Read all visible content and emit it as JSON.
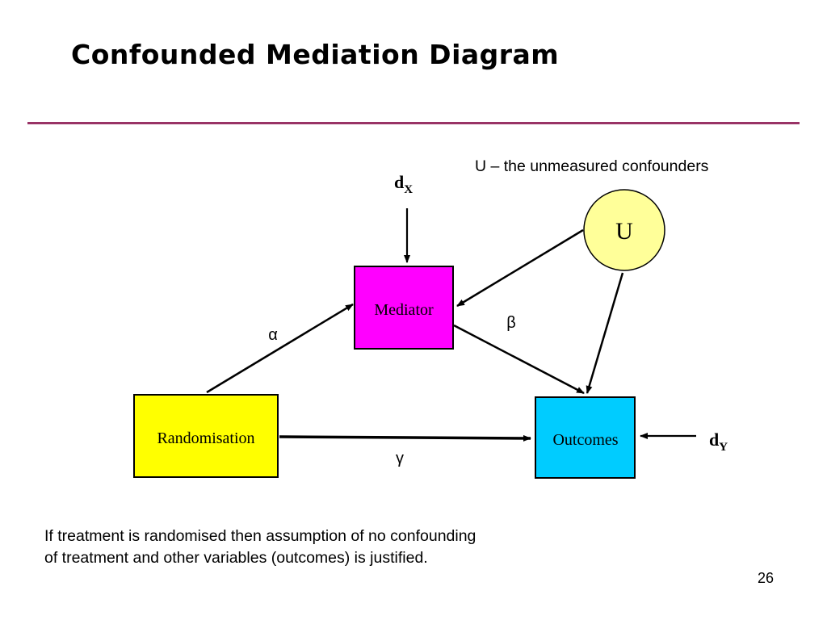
{
  "slide": {
    "title": "Confounded Mediation Diagram",
    "page_number": "26",
    "accent_color": "#993366"
  },
  "diagram": {
    "legend_note": "U – the unmeasured confounders",
    "nodes": {
      "mediator": {
        "label": "Mediator",
        "fill": "#ff00ff"
      },
      "randomisation": {
        "label": "Randomisation",
        "fill": "#ffff00"
      },
      "outcomes": {
        "label": "Outcomes",
        "fill": "#00ccff"
      },
      "confounder": {
        "label": "U",
        "fill": "#ffff99"
      }
    },
    "error_terms": {
      "dx": {
        "base": "d",
        "sub": "X"
      },
      "dy": {
        "base": "d",
        "sub": "Y"
      }
    },
    "path_labels": {
      "alpha": "α",
      "beta": "β",
      "gamma": "γ"
    }
  },
  "footnote": {
    "line1": "If treatment is randomised then assumption of no confounding",
    "line2": "of treatment and other variables (outcomes) is justified."
  }
}
